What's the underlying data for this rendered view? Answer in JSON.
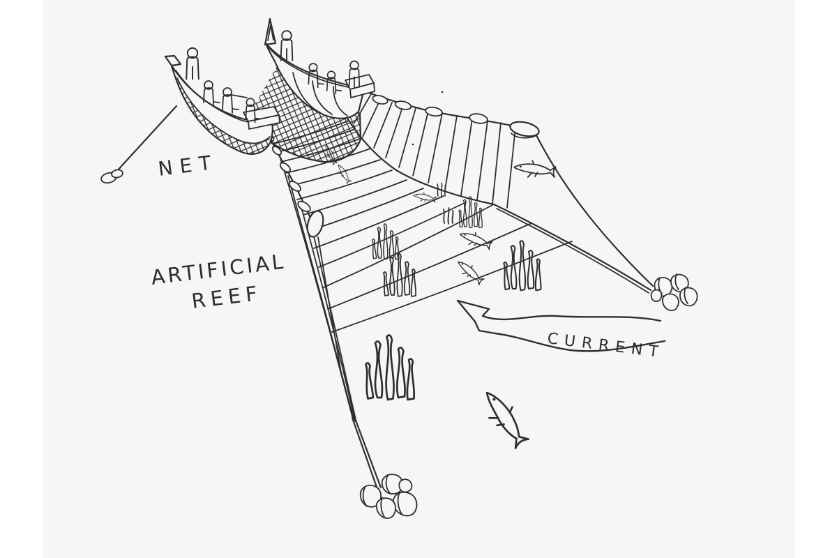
{
  "labels": {
    "net": "NET",
    "reef_line1": "ARTIFICIAL",
    "reef_line2": "REEF",
    "current": "CURRENT"
  },
  "colors": {
    "ink": "#2e2e2e",
    "paper": "#f5f7f4",
    "page": "#ffffff"
  },
  "scene": {
    "boats": 2,
    "crew_figures": 8,
    "fish": 7,
    "seaweed_tufts": 8,
    "buoys_left_line": 6,
    "floats_fence_line": 5,
    "reef_rows": 13,
    "fence_hanging_lines": 12,
    "rock_anchors": 2,
    "mooring_floats": 1
  }
}
